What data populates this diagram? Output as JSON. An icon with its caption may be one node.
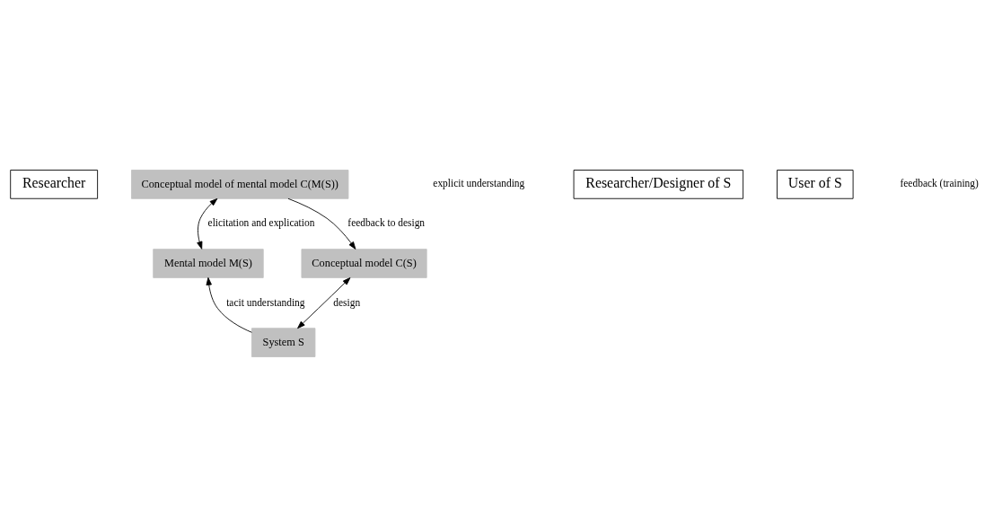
{
  "diagram": {
    "nodes": [
      {
        "text": [
          "Researcher"
        ]
      },
      {
        "text": [
          "Conceptual model of mental model C(M(S))"
        ]
      },
      {
        "text": [
          "Researcher/Designer of S"
        ]
      },
      {
        "text": [
          "User of S"
        ]
      },
      {
        "text": [
          "Conceptual model C(S)"
        ]
      },
      {
        "text": [
          "Mental model M(S)"
        ]
      },
      {
        "text": [
          "System S"
        ]
      }
    ],
    "edges": [
      {
        "from": 1,
        "to": 4,
        "arrow": "to",
        "label": "feedback to design"
      },
      {
        "from": 1,
        "to": 5,
        "arrow": "both",
        "label": "elicitation and explication"
      },
      {
        "from": 4,
        "to": 6,
        "arrow": "both",
        "label": "design"
      },
      {
        "from": 6,
        "to": 5,
        "arrow": "to",
        "label": "tacit understanding"
      }
    ],
    "labels": [
      "feedback (training)",
      "explicit understanding"
    ]
  }
}
